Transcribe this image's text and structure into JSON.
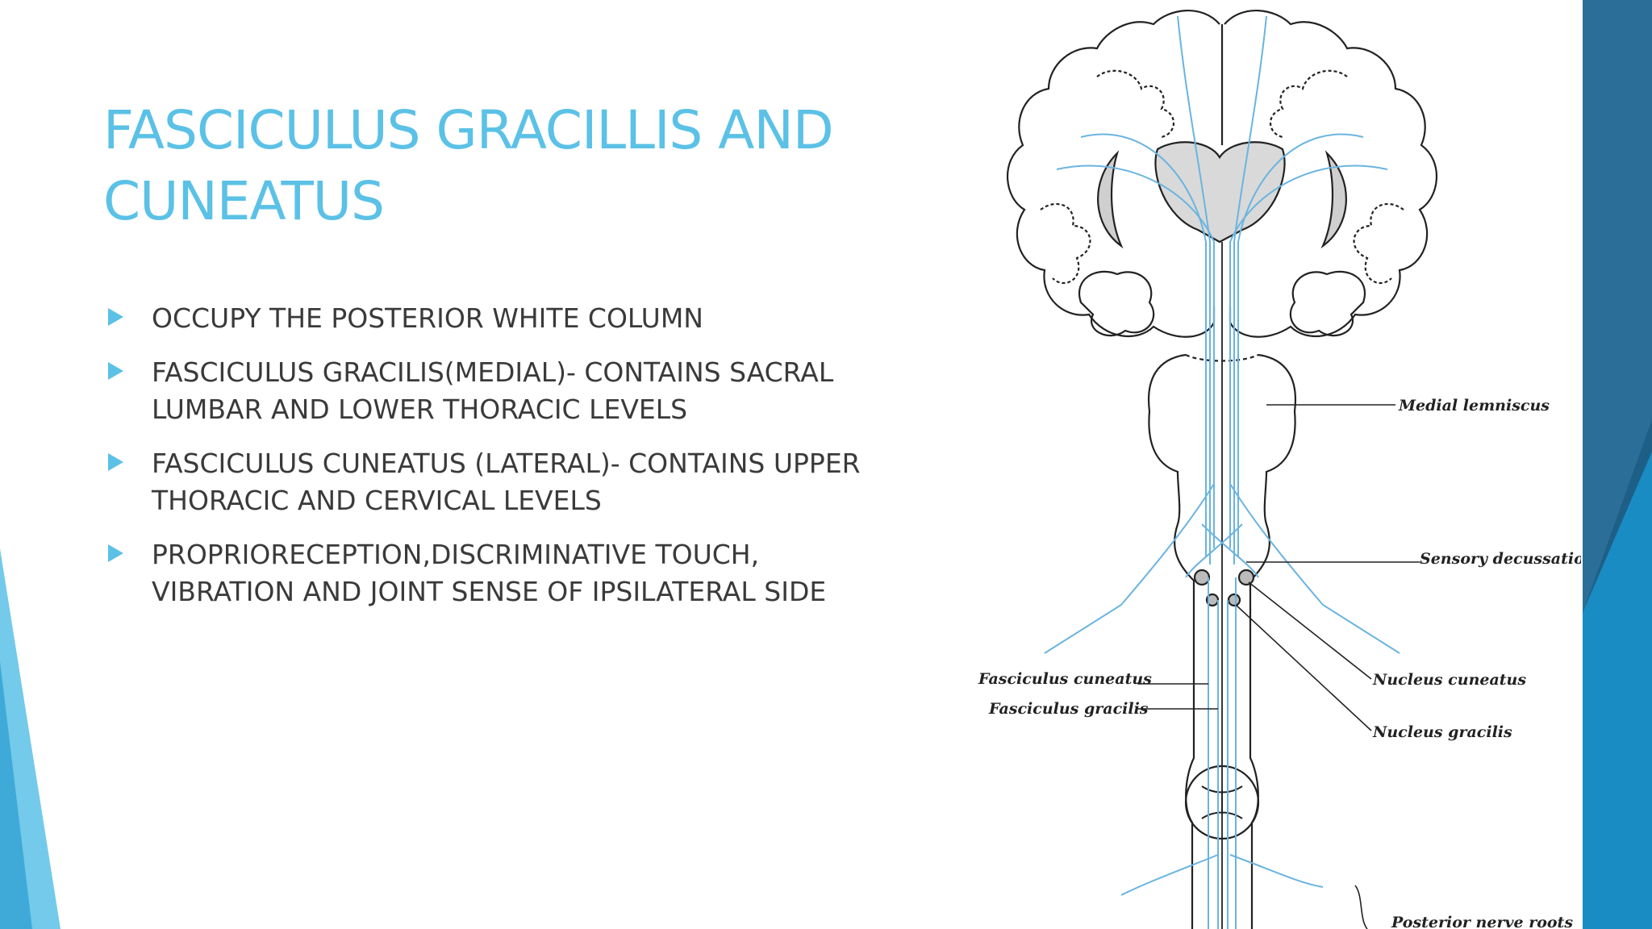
{
  "slide": {
    "title": "FASCICULUS GRACILLIS AND\n CUNEATUS",
    "bullets": [
      "OCCUPY THE POSTERIOR WHITE COLUMN",
      "FASCICULUS GRACILIS(MEDIAL)- CONTAINS SACRAL LUMBAR AND LOWER THORACIC LEVELS",
      "FASCICULUS CUNEATUS (LATERAL)- CONTAINS UPPER THORACIC AND CERVICAL LEVELS",
      "PROPRIORECEPTION,DISCRIMINATIVE TOUCH, VIBRATION AND JOINT SENSE OF IPSILATERAL SIDE"
    ]
  },
  "diagram": {
    "labels": {
      "medial_lemniscus": "Medial lemniscus",
      "sensory_decussation": "Sensory decussation",
      "fasciculus_cuneatus": "Fasciculus cuneatus",
      "fasciculus_gracilis": "Fasciculus gracilis",
      "nucleus_cuneatus": "Nucleus cuneatus",
      "nucleus_gracilis": "Nucleus gracilis",
      "posterior_nerve_roots": "Posterior nerve roots"
    }
  },
  "colors": {
    "title": "#5bc1e6",
    "body_text": "#3a3a3a",
    "accent_light": "#5bc1e6",
    "accent_dark": "#1e5f87",
    "tract_line": "#6ab4e0"
  }
}
